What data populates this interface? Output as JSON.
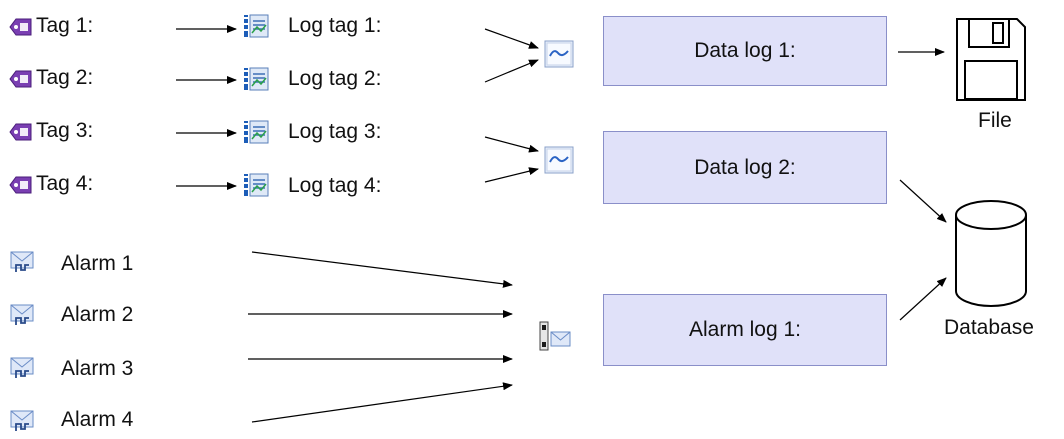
{
  "tags": [
    {
      "label": "Tag 1:"
    },
    {
      "label": "Tag 2:"
    },
    {
      "label": "Tag 3:"
    },
    {
      "label": "Tag 4:"
    }
  ],
  "log_tags": [
    {
      "label": "Log tag 1:"
    },
    {
      "label": "Log tag 2:"
    },
    {
      "label": "Log tag 3:"
    },
    {
      "label": "Log tag 4:"
    }
  ],
  "alarms": [
    {
      "label": "Alarm 1"
    },
    {
      "label": "Alarm 2"
    },
    {
      "label": "Alarm 3"
    },
    {
      "label": "Alarm 4"
    }
  ],
  "logs": {
    "data_log_1": "Data log 1:",
    "data_log_2": "Data log 2:",
    "alarm_log_1": "Alarm log 1:"
  },
  "targets": {
    "file": "File",
    "database": "Database"
  },
  "colors": {
    "log_box_fill": "#e0e1f9",
    "log_box_border": "#8a8fc9",
    "arrow": "#000000"
  },
  "icons": {
    "tag": "tag-icon",
    "log_tag": "log-tag-icon",
    "data_log": "data-log-icon",
    "alarm": "alarm-icon",
    "alarm_log": "alarm-log-icon",
    "file": "floppy-disk-icon",
    "database": "database-cylinder-icon"
  }
}
